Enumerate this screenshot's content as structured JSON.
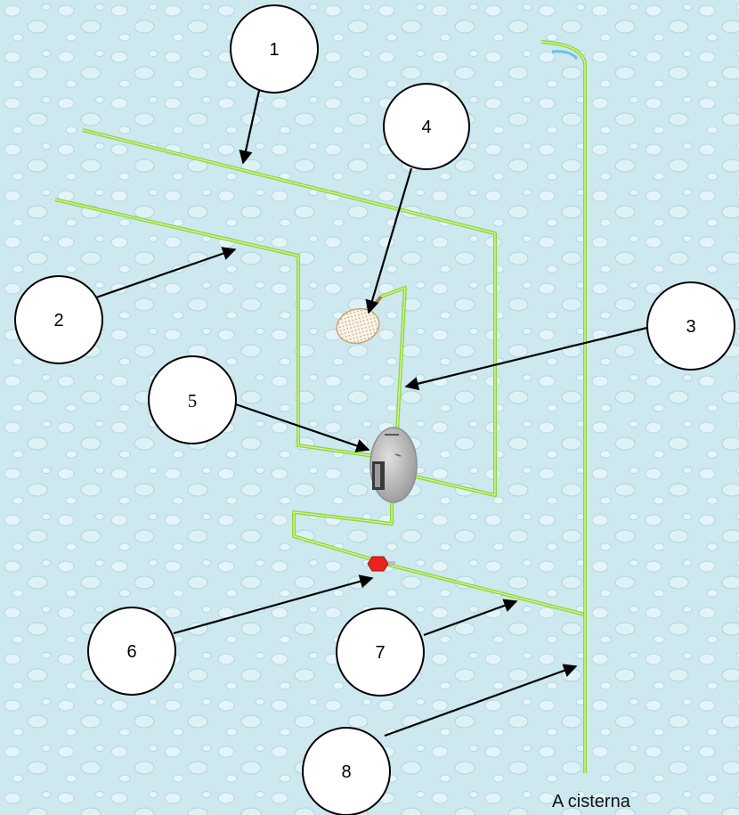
{
  "callouts": [
    {
      "id": "1",
      "label": "1"
    },
    {
      "id": "2",
      "label": "2"
    },
    {
      "id": "3",
      "label": "3"
    },
    {
      "id": "4",
      "label": "4"
    },
    {
      "id": "5",
      "label": "5"
    },
    {
      "id": "6",
      "label": "6"
    },
    {
      "id": "7",
      "label": "7"
    },
    {
      "id": "8",
      "label": "8"
    }
  ],
  "caption": "A cisterna",
  "icons": {
    "shower_head": "shower-head-icon",
    "mixer": "shower-mixer-icon",
    "valve": "valve-icon"
  },
  "colors": {
    "background": "#cfe9f0",
    "pipe": "#8fd63a",
    "valve": "#e8241c",
    "mixer": "#b9b9b9"
  }
}
